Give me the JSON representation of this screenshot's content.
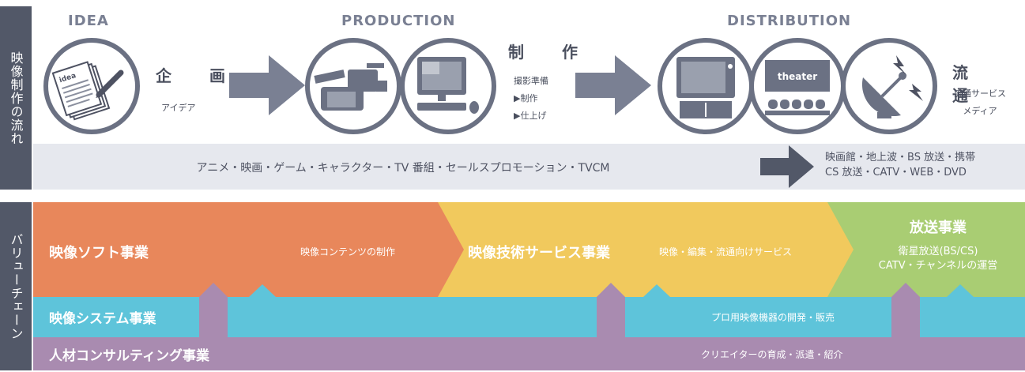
{
  "side_labels": {
    "flow": "映像制作の流れ",
    "value_chain": "バリューチェーン"
  },
  "stages": {
    "idea": {
      "title": "IDEA",
      "kanji": "企　画",
      "sub": "アイデア",
      "paper_label": "idea"
    },
    "production": {
      "title": "PRODUCTION",
      "kanji": "制　作",
      "lines": [
        "撮影準備",
        "▶制作",
        "▶仕上げ"
      ]
    },
    "distribution": {
      "title": "DISTRIBUTION",
      "kanji": "流　通",
      "lines": [
        "流通サービス",
        "メディア"
      ],
      "theater_label": "theater"
    }
  },
  "content_bar": {
    "text": "アニメ・映画・ゲーム・キャラクター・TV 番組・セールスプロモーション・TVCM",
    "media_line1": "映画館・地上波・BS 放送・携帯",
    "media_line2": "CS 放送・CATV・WEB・DVD"
  },
  "value_chain": {
    "soft": {
      "title": "映像ソフト事業",
      "desc": "映像コンテンツの制作"
    },
    "tech": {
      "title": "映像技術サービス事業",
      "desc": "映像・編集・流通向けサービス"
    },
    "broadcast": {
      "title": "放送事業",
      "desc1": "衛星放送(BS/CS)",
      "desc2": "CATV・チャンネルの運営"
    },
    "system": {
      "title": "映像システム事業",
      "desc": "プロ用映像機器の開発・販売"
    },
    "consulting": {
      "title": "人材コンサルティング事業",
      "desc": "クリエイターの育成・派遣・紹介"
    }
  },
  "colors": {
    "orange": "#e8875b",
    "yellow": "#f1c95d",
    "green": "#a9cd73",
    "cyan": "#5ec4da",
    "purple": "#a98bb0",
    "slate": "#525868",
    "arrow": "#7a8093"
  }
}
